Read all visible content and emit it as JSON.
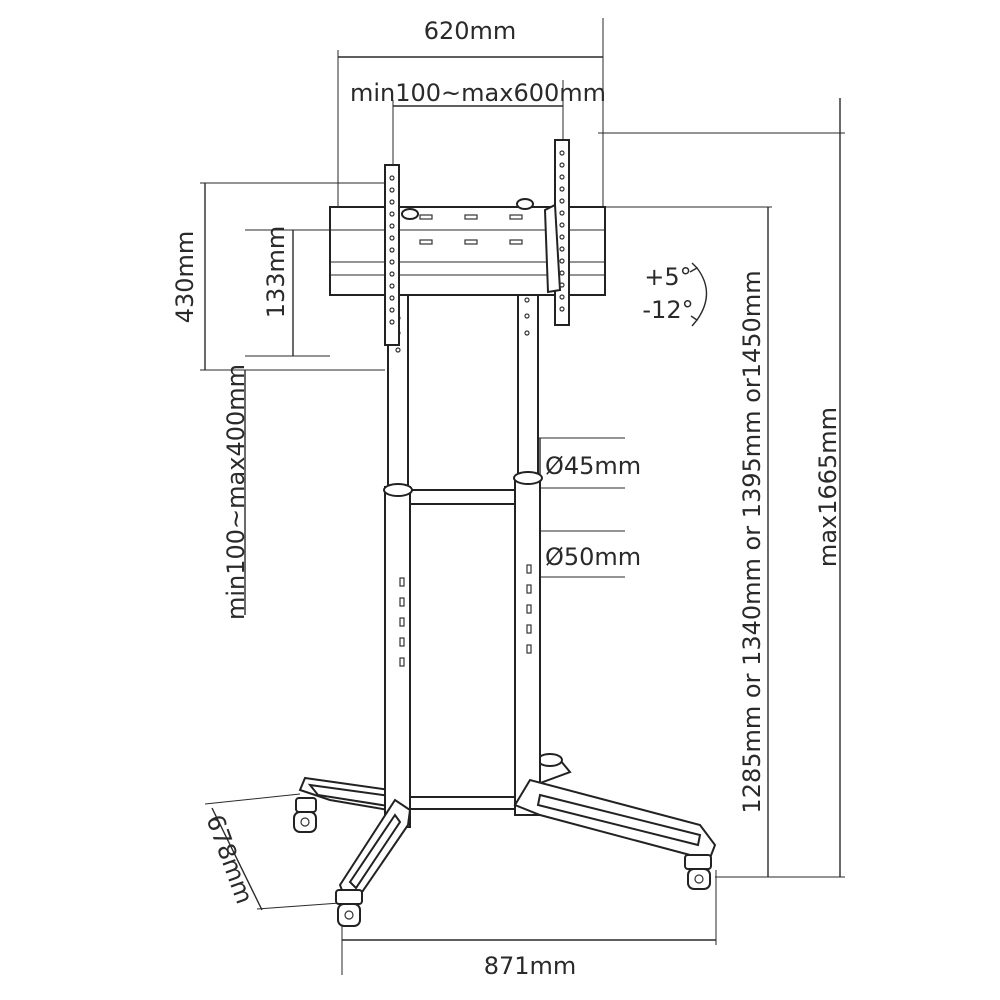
{
  "dimensions": {
    "plate_width": "620mm",
    "vesa_horizontal": "min100~max600mm",
    "plate_height": "430mm",
    "rail_height": "133mm",
    "vesa_vertical": "min100~max400mm",
    "tilt_up": "+5°",
    "tilt_down": "-12°",
    "tube_upper": "Ø45mm",
    "tube_lower": "Ø50mm",
    "height_options": "1285mm or 1340mm or 1395mm or1450mm",
    "max_height": "max1665mm",
    "base_depth": "678mm",
    "base_width": "871mm"
  }
}
